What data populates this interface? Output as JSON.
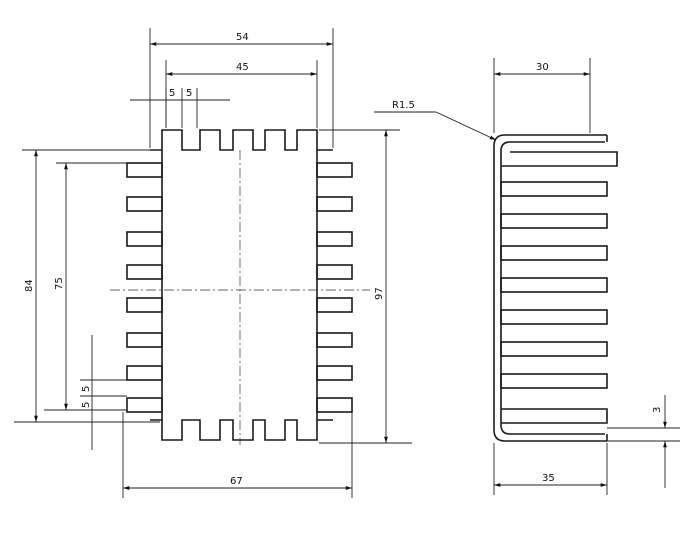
{
  "drawing": {
    "front_view": {
      "dims": {
        "top_outer": "54",
        "top_inner": "45",
        "fin_width_a": "5",
        "fin_width_b": "5",
        "height_outer": "84",
        "height_inner": "75",
        "left_fin_a": "5",
        "left_fin_b": "5",
        "right_height": "97",
        "bottom_width": "67"
      }
    },
    "side_view": {
      "dims": {
        "top_width": "30",
        "radius_label": "R1.5",
        "thickness": "3",
        "bottom_width": "35"
      }
    }
  },
  "colors": {
    "line": "#1a1a1a",
    "background": "#ffffff"
  }
}
